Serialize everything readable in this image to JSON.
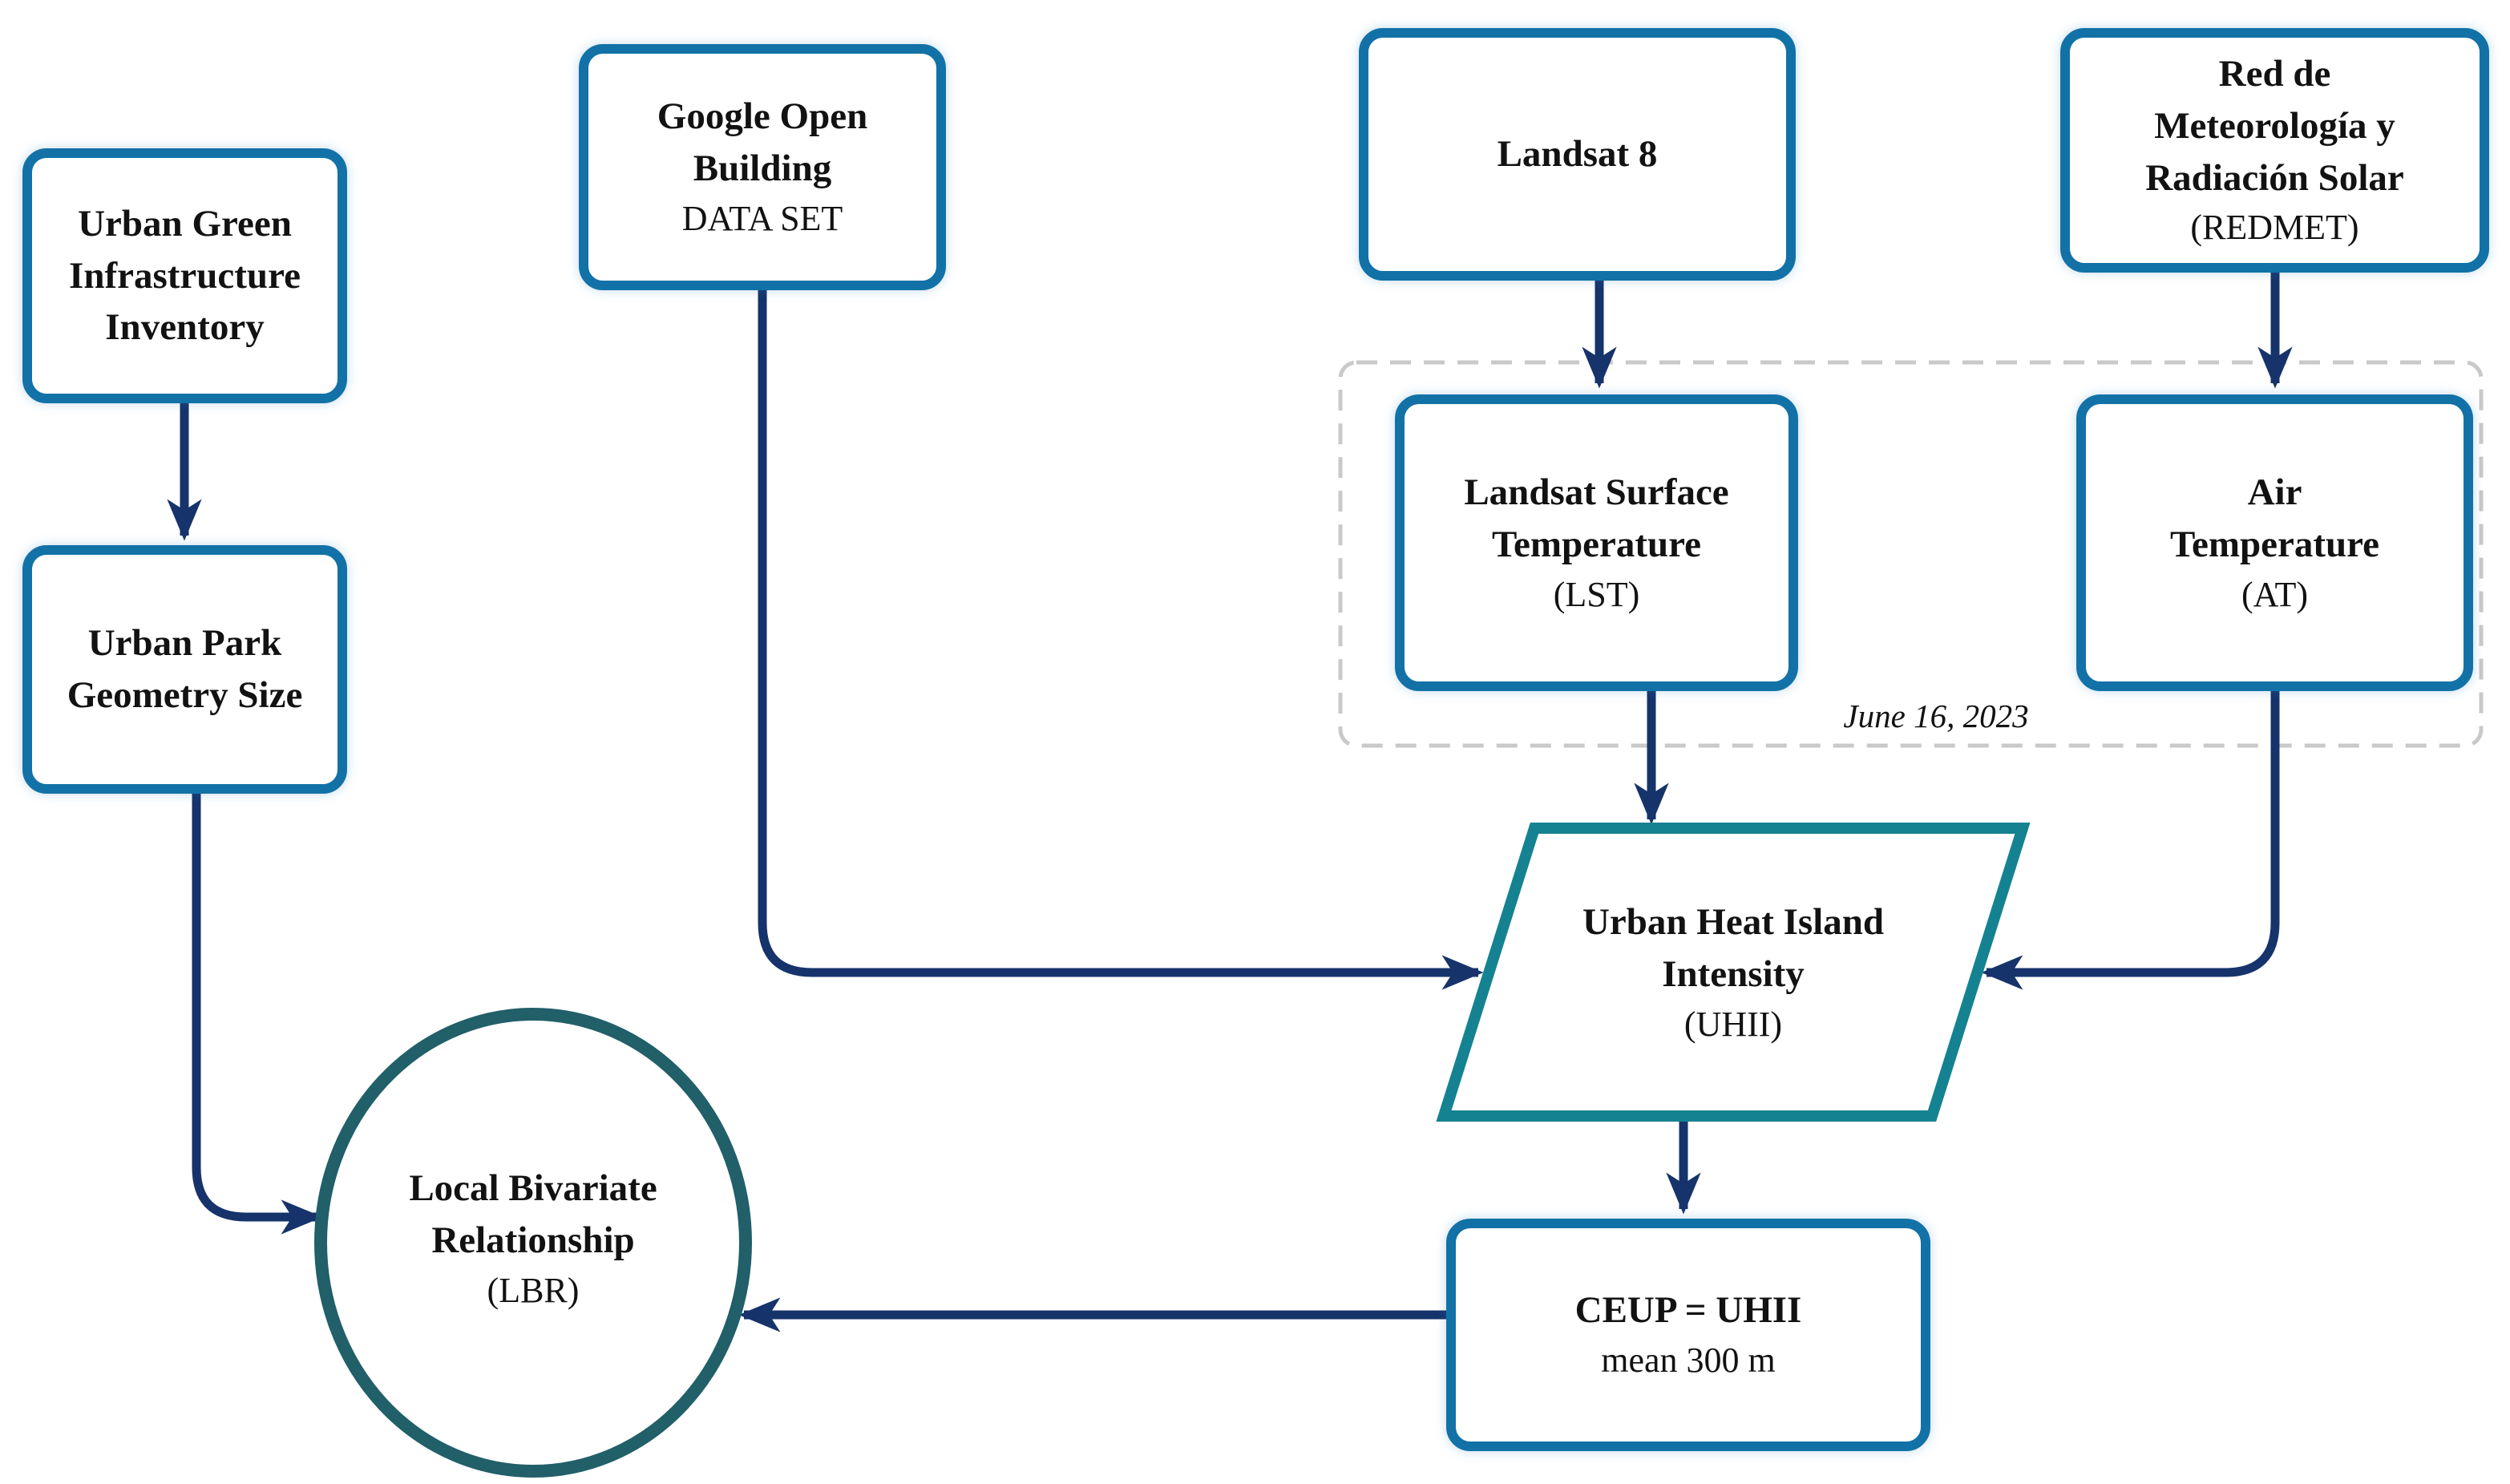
{
  "colors": {
    "box_border": "#1272a7",
    "parallelogram_border": "#158291",
    "circle_border": "#215f69",
    "arrow": "#16336b",
    "dashed_border": "#c9c9c9",
    "text": "#121212"
  },
  "nodes": {
    "urban_green": {
      "line1": "Urban Green",
      "line2": "Infrastructure",
      "line3": "Inventory"
    },
    "urban_park": {
      "line1": "Urban Park",
      "line2": "Geometry Size"
    },
    "google_open_building": {
      "title": "Google Open Building",
      "subtitle": "DATA SET"
    },
    "landsat8": {
      "title": "Landsat 8"
    },
    "lst": {
      "line1": "Landsat Surface",
      "line2": "Temperature",
      "abbr": "(LST)"
    },
    "redmet": {
      "line1": "Red de",
      "line2": "Meteorología y",
      "line3": "Radiación Solar",
      "abbr": "(REDMET)"
    },
    "air_temp": {
      "line1": "Air",
      "line2": "Temperature",
      "abbr": "(AT)"
    },
    "uhii": {
      "line1": "Urban Heat Island",
      "line2": "Intensity",
      "abbr": "(UHII)"
    },
    "ceup": {
      "title": "CEUP = UHII",
      "subtitle": "mean 300 m"
    },
    "lbr": {
      "line1": "Local Bivariate",
      "line2": "Relationship",
      "abbr": "(LBR)"
    }
  },
  "annotation": {
    "date": "June 16, 2023"
  }
}
